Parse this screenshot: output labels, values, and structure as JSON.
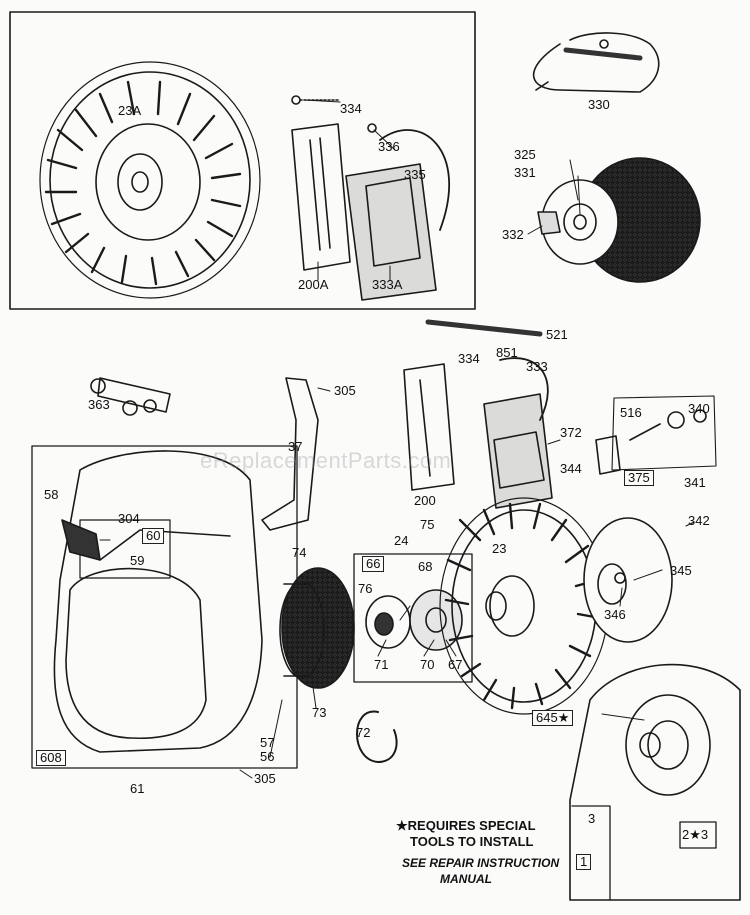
{
  "watermark": "eReplacementParts.com",
  "labels": {
    "p23A": "23A",
    "p334a": "334",
    "p336": "336",
    "p335": "335",
    "p200A": "200A",
    "p333A": "333A",
    "p330": "330",
    "p325": "325",
    "p331": "331",
    "p332": "332",
    "p521": "521",
    "p334b": "334",
    "p851": "851",
    "p333": "333",
    "p363": "363",
    "p305a": "305",
    "p37": "37",
    "p200": "200",
    "p372": "372",
    "p516": "516",
    "p340": "340",
    "p344": "344",
    "p375": "375",
    "p341": "341",
    "p58": "58",
    "p304": "304",
    "p60": "60",
    "p59": "59",
    "p75": "75",
    "p24": "24",
    "p23": "23",
    "p342": "342",
    "p74": "74",
    "p66": "66",
    "p68": "68",
    "p76": "76",
    "p345": "345",
    "p71": "71",
    "p70": "70",
    "p67": "67",
    "p346": "346",
    "p73": "73",
    "p645": "645★",
    "p72": "72",
    "p608": "608",
    "p57": "57",
    "p56": "56",
    "p61": "61",
    "p305b": "305",
    "p3": "3",
    "p2s3": "2★3",
    "p1": "1"
  },
  "notes": {
    "line1": "★REQUIRES SPECIAL",
    "line2": "TOOLS TO INSTALL",
    "line3": "SEE REPAIR INSTRUCTION",
    "line4": "MANUAL"
  }
}
